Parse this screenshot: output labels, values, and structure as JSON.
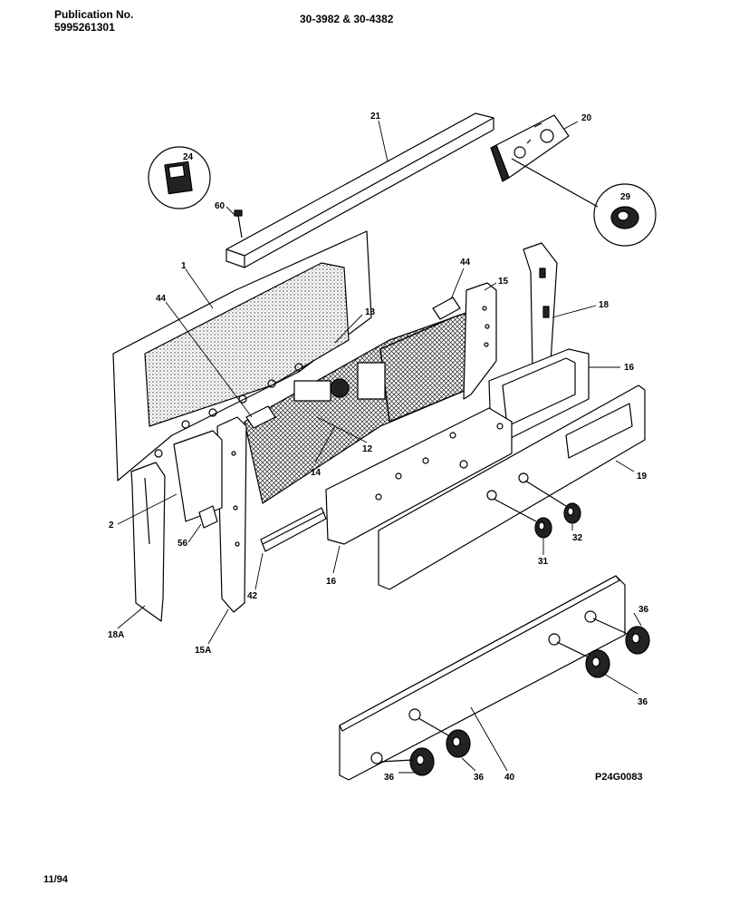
{
  "header": {
    "publication_label": "Publication No.",
    "publication_number": "5995261301",
    "model_numbers": "30-3982 & 30-4382"
  },
  "footer": {
    "date": "11/94",
    "drawing_code": "P24G0083"
  },
  "callouts": {
    "c21": "21",
    "c20": "20",
    "c24": "24",
    "c60": "60",
    "c29": "29",
    "c1": "1",
    "c44a": "44",
    "c44b": "44",
    "c13": "13",
    "c15": "15",
    "c18": "18",
    "c16a": "16",
    "c12": "12",
    "c14": "14",
    "c19": "19",
    "c2": "2",
    "c56": "56",
    "c32": "32",
    "c31": "31",
    "c16b": "16",
    "c42": "42",
    "c18A": "18A",
    "c15A": "15A",
    "c36a": "36",
    "c36b": "36",
    "c36c": "36",
    "c36d": "36",
    "c40": "40"
  }
}
